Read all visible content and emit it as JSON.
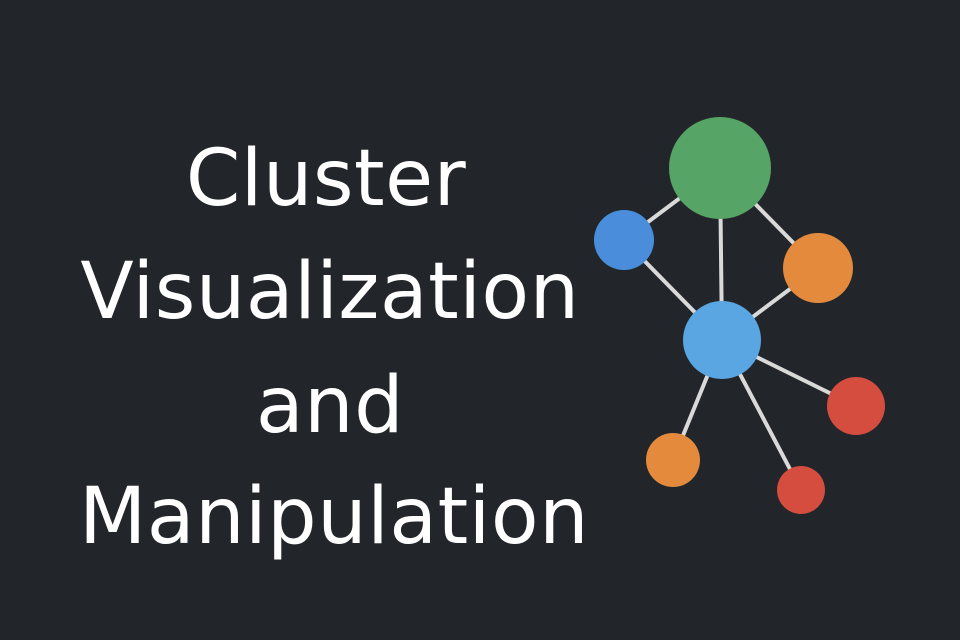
{
  "title": {
    "line1": "Cluster",
    "line2": "Visualization",
    "line3": "and",
    "line4": "Manipulation"
  },
  "graph": {
    "edge_color": "#d9d9d9",
    "nodes": [
      {
        "name": "node-green-top",
        "color": "#56a567"
      },
      {
        "name": "node-blue-left",
        "color": "#4a8edb"
      },
      {
        "name": "node-orange-right",
        "color": "#e38a3d"
      },
      {
        "name": "node-blue-center",
        "color": "#5aa6e2"
      },
      {
        "name": "node-red-right",
        "color": "#d44d3e"
      },
      {
        "name": "node-orange-bottom-left",
        "color": "#e38a3d"
      },
      {
        "name": "node-red-bottom",
        "color": "#d44d3e"
      }
    ]
  }
}
